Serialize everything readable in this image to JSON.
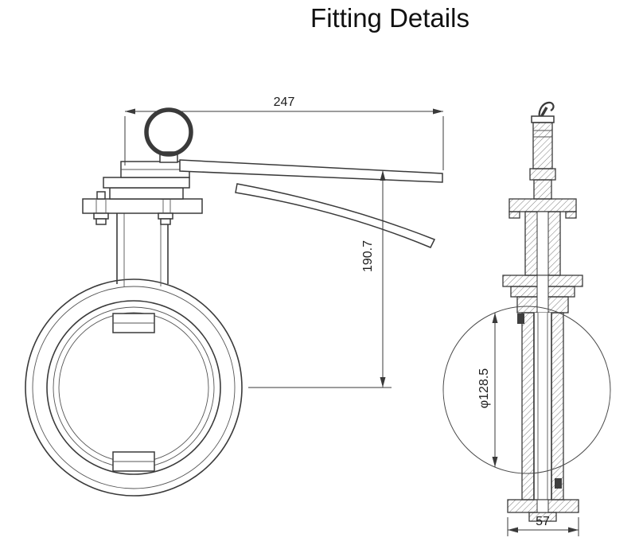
{
  "page": {
    "title": "Fitting Details",
    "background_color": "#ffffff"
  },
  "drawing": {
    "type": "technical-drawing",
    "subject": "Butterfly valve with locking lever handle: front elevation view (left) and sectional side view (right)",
    "line_color": "#3a3a3a",
    "dimensions": {
      "handle_length": "247",
      "height": "190.7",
      "disc_diameter": "φ128.5",
      "width": "57"
    }
  }
}
